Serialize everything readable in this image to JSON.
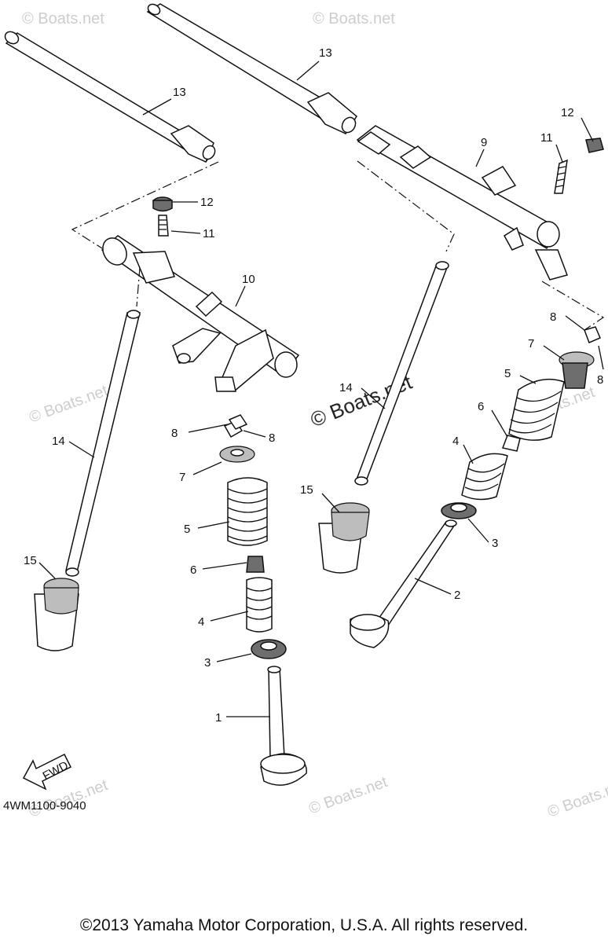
{
  "callouts": {
    "c13a": "13",
    "c13b": "13",
    "c12a": "12",
    "c12b": "12",
    "c11a": "11",
    "c11b": "11",
    "c10": "10",
    "c9": "9",
    "c8a": "8",
    "c8b": "8",
    "c8c": "8",
    "c8d": "8",
    "c7a": "7",
    "c7b": "7",
    "c6a": "6",
    "c6b": "6",
    "c5a": "5",
    "c5b": "5",
    "c4a": "4",
    "c4b": "4",
    "c3a": "3",
    "c3b": "3",
    "c2": "2",
    "c1": "1",
    "c14a": "14",
    "c14b": "14",
    "c15a": "15",
    "c15b": "15"
  },
  "watermarks": {
    "boats_net": "© Boats.net",
    "center": "© Boats.net"
  },
  "fwd_label": "FWD",
  "diagram_code": "4WM1100-9040",
  "copyright": "©2013 Yamaha Motor Corporation, U.S.A. All rights reserved."
}
